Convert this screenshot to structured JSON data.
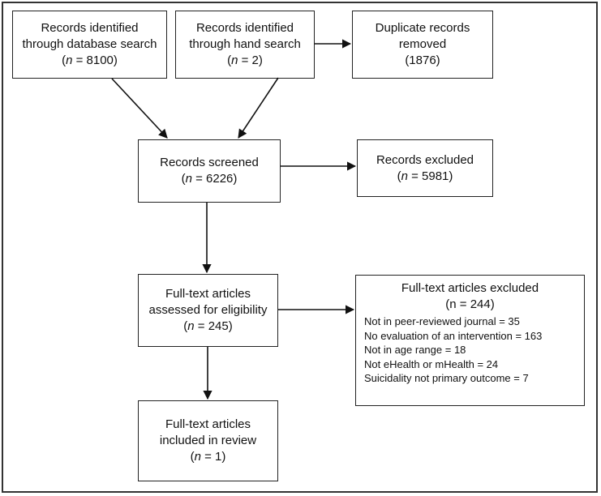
{
  "boxes": {
    "database_search": {
      "line1": "Records identified",
      "line2": "through database search",
      "n_prefix": "(",
      "n_var": "n",
      "n_suffix": " = 8100)"
    },
    "hand_search": {
      "line1": "Records identified",
      "line2": "through hand search",
      "n_prefix": "(",
      "n_var": "n",
      "n_suffix": " = 2)"
    },
    "duplicates": {
      "line1": "Duplicate records",
      "line2": "removed",
      "n_text": "(1876)"
    },
    "screened": {
      "line1": "Records screened",
      "n_prefix": "(",
      "n_var": "n",
      "n_suffix": " = 6226)"
    },
    "excluded": {
      "line1": "Records excluded",
      "n_prefix": "(",
      "n_var": "n",
      "n_suffix": " = 5981)"
    },
    "fulltext_assessed": {
      "line1": "Full-text articles",
      "line2": "assessed for eligibility",
      "n_prefix": "(",
      "n_var": "n",
      "n_suffix": " = 245)"
    },
    "fulltext_excluded": {
      "line1": "Full-text articles excluded",
      "n_text": "(n = 244)",
      "reasons": [
        "Not in peer-reviewed journal = 35",
        "No evaluation of an intervention = 163",
        "Not in age range = 18",
        "Not eHealth or mHealth = 24",
        "Suicidality not primary outcome = 7"
      ]
    },
    "included": {
      "line1": "Full-text articles",
      "line2": "included in review",
      "n_prefix": "(",
      "n_var": "n",
      "n_suffix": " = 1)"
    }
  }
}
